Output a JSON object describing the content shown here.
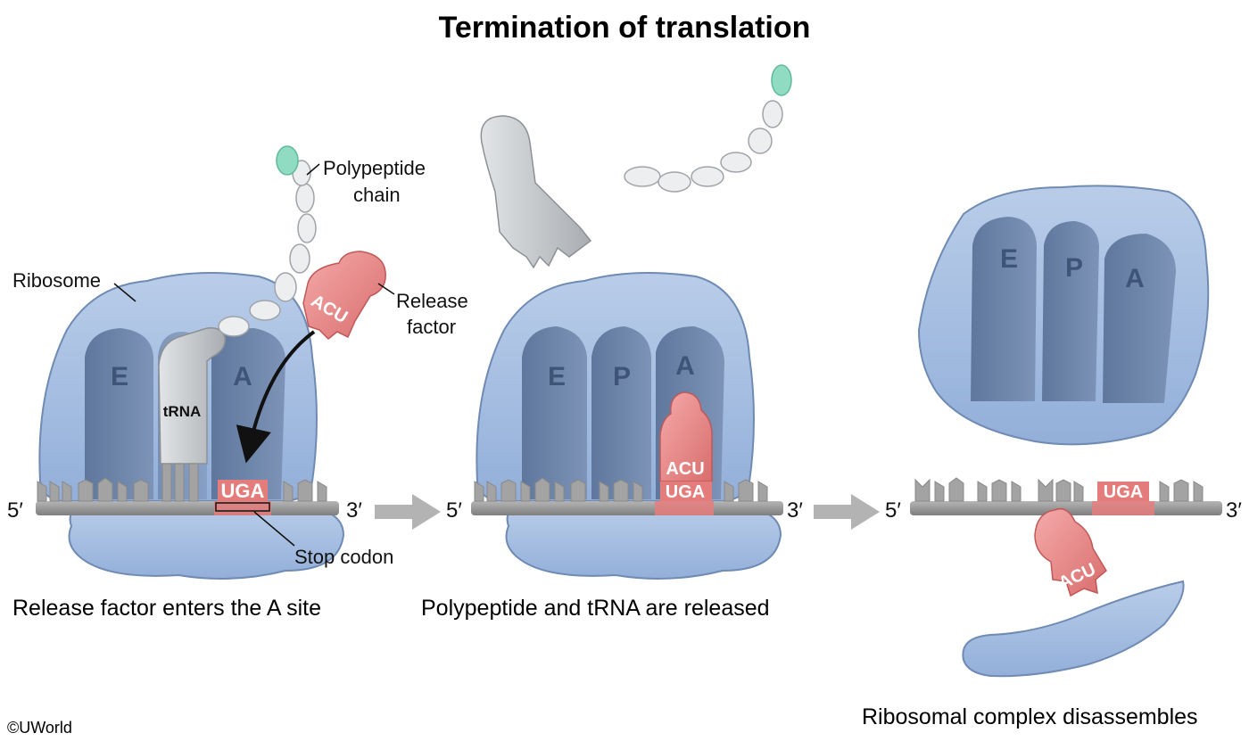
{
  "title": "Termination of translation",
  "copyright": "©UWorld",
  "colors": {
    "ribosome": "#a9c1e3",
    "ribosome_dark": "#6f8bb3",
    "site_channel": "#6b82a6",
    "release_factor": "#ec8a8a",
    "codon_highlight": "#e57c7c",
    "mrna": "#9a9a9a",
    "trna": "#c9cccf",
    "peptide": "#e9ebee",
    "first_amino_acid": "#8fdcc2",
    "arrow": "#b3b3b3"
  },
  "icons": [
    "ribosome",
    "trna",
    "release-factor",
    "polypeptide-chain",
    "mrna-strand",
    "process-arrow"
  ],
  "labels": {
    "ribosome": "Ribosome",
    "polypeptide_1": "Polypeptide",
    "polypeptide_2": "chain",
    "release_1": "Release",
    "release_2": "factor",
    "stop_codon": "Stop codon",
    "trna": "tRNA",
    "five_prime": "5′",
    "three_prime": "3′"
  },
  "sites": {
    "e": "E",
    "p": "P",
    "a": "A"
  },
  "codons": {
    "stop": "UGA",
    "anticodon": "ACU"
  },
  "captions": {
    "panel1": "Release factor enters the A site",
    "panel2": "Polypeptide and tRNA are released",
    "panel3": "Ribosomal complex disassembles"
  }
}
